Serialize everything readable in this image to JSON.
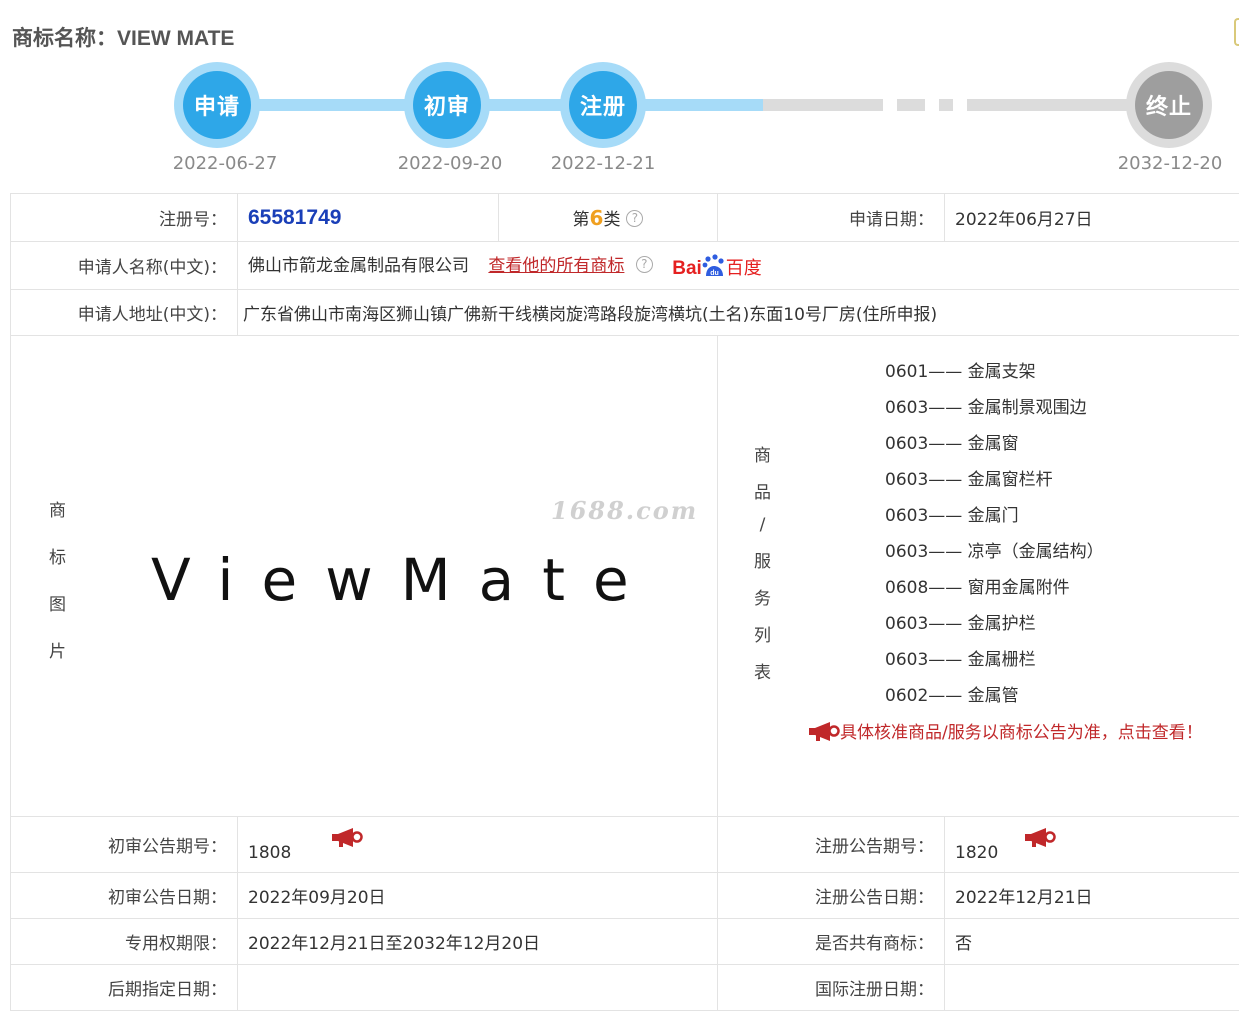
{
  "page_title": "商标名称：VIEW MATE",
  "timeline": [
    {
      "label": "申请",
      "date": "2022-06-27"
    },
    {
      "label": "初审",
      "date": "2022-09-20"
    },
    {
      "label": "注册",
      "date": "2022-12-21"
    },
    {
      "label": "终止",
      "date": "2032-12-20"
    }
  ],
  "labels": {
    "reg_no": "注册号：",
    "apply_date": "申请日期：",
    "applicant_name": "申请人名称(中文)：",
    "applicant_addr": "申请人地址(中文)：",
    "mark_image": [
      "商",
      "标",
      "图",
      "片"
    ],
    "goods_list": [
      "商",
      "品",
      "/",
      "服",
      "务",
      "列",
      "表"
    ],
    "prelim_issue": "初审公告期号：",
    "reg_issue": "注册公告期号：",
    "prelim_date": "初审公告日期：",
    "reg_date": "注册公告日期：",
    "exclusive_period": "专用权期限：",
    "shared": "是否共有商标：",
    "later_date": "后期指定日期：",
    "intl_date": "国际注册日期："
  },
  "values": {
    "reg_no": "65581749",
    "class_prefix": "第",
    "class_num": "6",
    "class_suffix": "类",
    "apply_date": "2022年06月27日",
    "applicant_name": "佛山市箭龙金属制品有限公司",
    "view_all_link": "查看他的所有商标",
    "baidu_text1": "Bai",
    "baidu_text2": "du",
    "baidu_text3": "百度",
    "applicant_addr": "广东省佛山市南海区狮山镇广佛新干线横岗旋湾路段旋湾横坑(土名)东面10号厂房(住所申报)",
    "wordmark": "ViewMate",
    "watermark": "1688.com",
    "prelim_issue": "1808",
    "reg_issue": "1820",
    "prelim_date": "2022年09月20日",
    "reg_date": "2022年12月21日",
    "exclusive_period": "2022年12月21日至2032年12月20日",
    "shared": "否",
    "later_date": "",
    "intl_date": ""
  },
  "goods": [
    "0601—— 金属支架",
    "0603—— 金属制景观围边",
    "0603—— 金属窗",
    "0603—— 金属窗栏杆",
    "0603—— 金属门",
    "0603—— 凉亭（金属结构）",
    "0608—— 窗用金属附件",
    "0603—— 金属护栏",
    "0603—— 金属栅栏",
    "0602—— 金属管"
  ],
  "notice": "具体核准商品/服务以商标公告为准，点击查看！",
  "icons": {
    "question": "question-circle-icon",
    "horn": "megaphone-icon"
  },
  "colors": {
    "accent_blue": "#2ea7e8",
    "track_blue": "#a6dbf8",
    "gray": "#9e9e9e",
    "link_red": "#c0282a",
    "regno_blue": "#1a3fb8",
    "class_orange": "#f0a020"
  }
}
